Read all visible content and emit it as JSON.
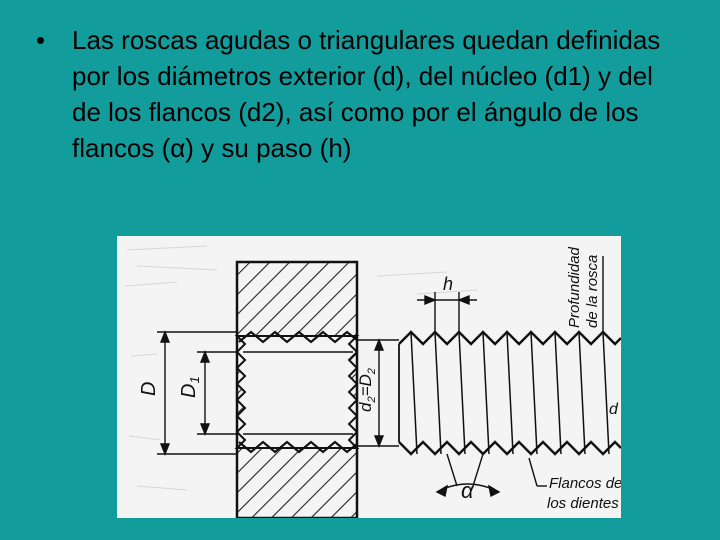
{
  "slide": {
    "bullet": "•",
    "text": "Las roscas agudas o triangulares quedan definidas por los diámetros exterior (d), del núcleo (d1) y del de los flancos (d2), así como por el ángulo de los flancos (α) y su paso (h)"
  },
  "figure": {
    "label_D": "D",
    "label_D1": "D",
    "label_D1_sub": "1",
    "label_d2D2": "d",
    "label_d2D2_sub1": "2",
    "label_d2D2_eq": "=D",
    "label_d2D2_sub2": "2",
    "label_h": "h",
    "label_alpha": "α",
    "label_profundidad_1": "Profundidad",
    "label_profundidad_2": "de la rosca",
    "label_flancos_1": "Flancos de",
    "label_flancos_2": "los dientes",
    "label_d": "d"
  },
  "colors": {
    "background": "#129c9c",
    "text": "#000000",
    "figure_bg": "#f4f4f4",
    "ink": "#111111"
  }
}
